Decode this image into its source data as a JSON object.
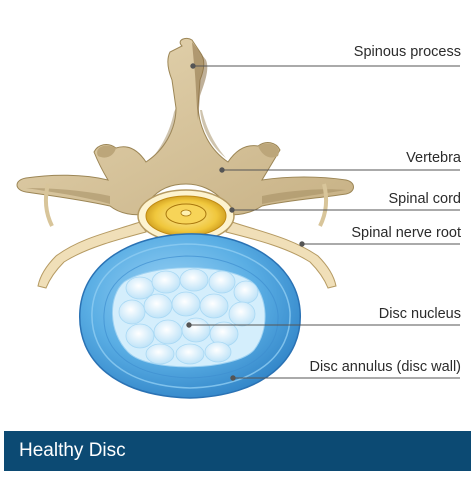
{
  "labels": {
    "spinous_process": "Spinous process",
    "vertebra": "Vertebra",
    "spinal_cord": "Spinal cord",
    "spinal_nerve_root": "Spinal nerve root",
    "disc_nucleus": "Disc nucleus",
    "disc_annulus": "Disc annulus (disc wall)"
  },
  "title": "Healthy Disc",
  "colors": {
    "bone": "#dccaa2",
    "bone_shadow": "#a08a5e",
    "spinal_cord": "#f0c73c",
    "nerve_root": "#f0dfb8",
    "annulus": "#5aaee4",
    "nucleus": "#ccebfb",
    "title_bar": "#0c4a73"
  }
}
